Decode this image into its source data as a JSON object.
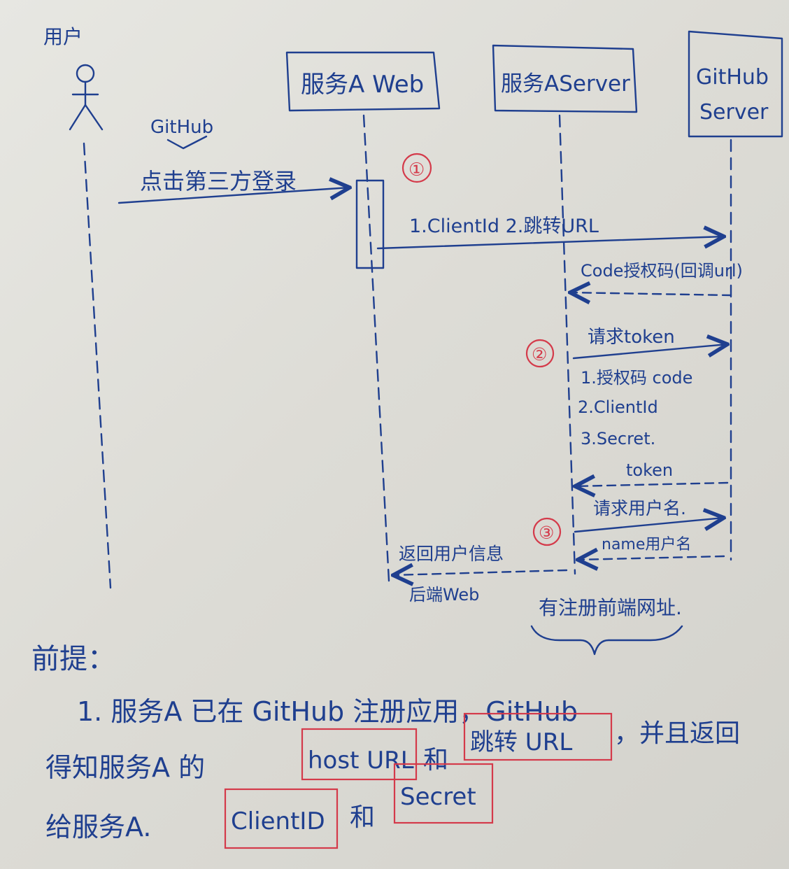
{
  "actors": {
    "user": "用户",
    "web": "服务A Web",
    "server": "服务AServer",
    "github_line1": "GitHub",
    "github_line2": "Server"
  },
  "annotations": {
    "github_note": "GitHub",
    "step1_marker": "①",
    "step2_marker": "②",
    "step3_marker": "③",
    "frontend_note": "有注册前端网址."
  },
  "messages": {
    "click_login": "点击第三方登录",
    "clientid_redirect": "1.ClientId   2.跳转URL",
    "code_callback": "Code授权码(回调url)",
    "request_token": "请求token",
    "param_code": "1.授权码 code",
    "param_clientid": "2.ClientId",
    "param_secret": "3.Secret.",
    "token_return": "token",
    "request_username": "请求用户名.",
    "name_return": "name用户名",
    "return_userinfo": "返回用户信息",
    "notify_web": "后端Web"
  },
  "premise": {
    "title": "前提：",
    "line1_a": "1. 服务A 已在 GitHub 注册应用，GitHub",
    "line2_a": "得知服务A 的",
    "host_url": "host URL",
    "line2_b": "和",
    "redirect_url": "跳转 URL",
    "line2_c": "，并且返回",
    "line3_a": "给服务A.",
    "client_id": "ClientID",
    "line3_b": "和",
    "secret": "Secret"
  },
  "colors": {
    "ink": "#1f3f8f",
    "highlight": "#d43a4a",
    "board": "#e2e2dc"
  }
}
